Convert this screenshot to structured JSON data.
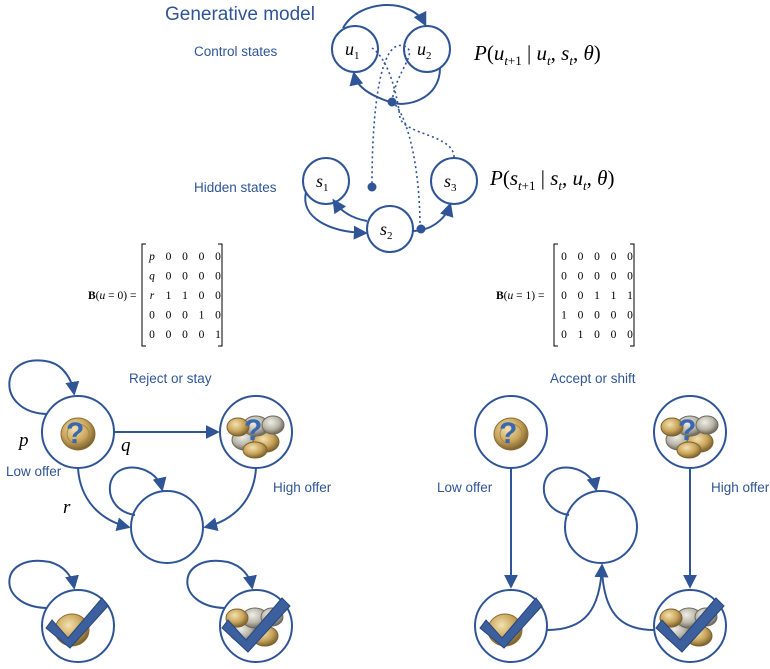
{
  "title": "Generative model",
  "labels": {
    "control_states": "Control states",
    "hidden_states": "Hidden states"
  },
  "nodes": {
    "u1": "u1",
    "u2": "u2",
    "s1": "s1",
    "s2": "s2",
    "s3": "s3"
  },
  "equations": {
    "control": "P(u t+1 | u t , s t , θ)",
    "hidden": "P(s t+1 | s t , u t , θ)"
  },
  "matrices": {
    "b0": {
      "label": "B(u = 0) =",
      "rows": [
        [
          "p",
          "0",
          "0",
          "0",
          "0"
        ],
        [
          "q",
          "0",
          "0",
          "0",
          "0"
        ],
        [
          "r",
          "1",
          "1",
          "0",
          "0"
        ],
        [
          "0",
          "0",
          "0",
          "1",
          "0"
        ],
        [
          "0",
          "0",
          "0",
          "0",
          "1"
        ]
      ]
    },
    "b1": {
      "label": "B(u = 1) =",
      "rows": [
        [
          "0",
          "0",
          "0",
          "0",
          "0"
        ],
        [
          "0",
          "0",
          "0",
          "0",
          "0"
        ],
        [
          "0",
          "0",
          "1",
          "1",
          "1"
        ],
        [
          "1",
          "0",
          "0",
          "0",
          "0"
        ],
        [
          "0",
          "1",
          "0",
          "0",
          "0"
        ]
      ]
    }
  },
  "panels": {
    "left": {
      "title": "Reject or stay",
      "low_offer": "Low offer",
      "high_offer": "High offer",
      "p": "p",
      "q": "q",
      "r": "r"
    },
    "right": {
      "title": "Accept or shift",
      "low_offer": "Low offer",
      "high_offer": "High offer"
    }
  },
  "colors": {
    "accent": "#2f5597",
    "coin_gold": "#c9a45a",
    "coin_silver": "#b9b5a8"
  }
}
